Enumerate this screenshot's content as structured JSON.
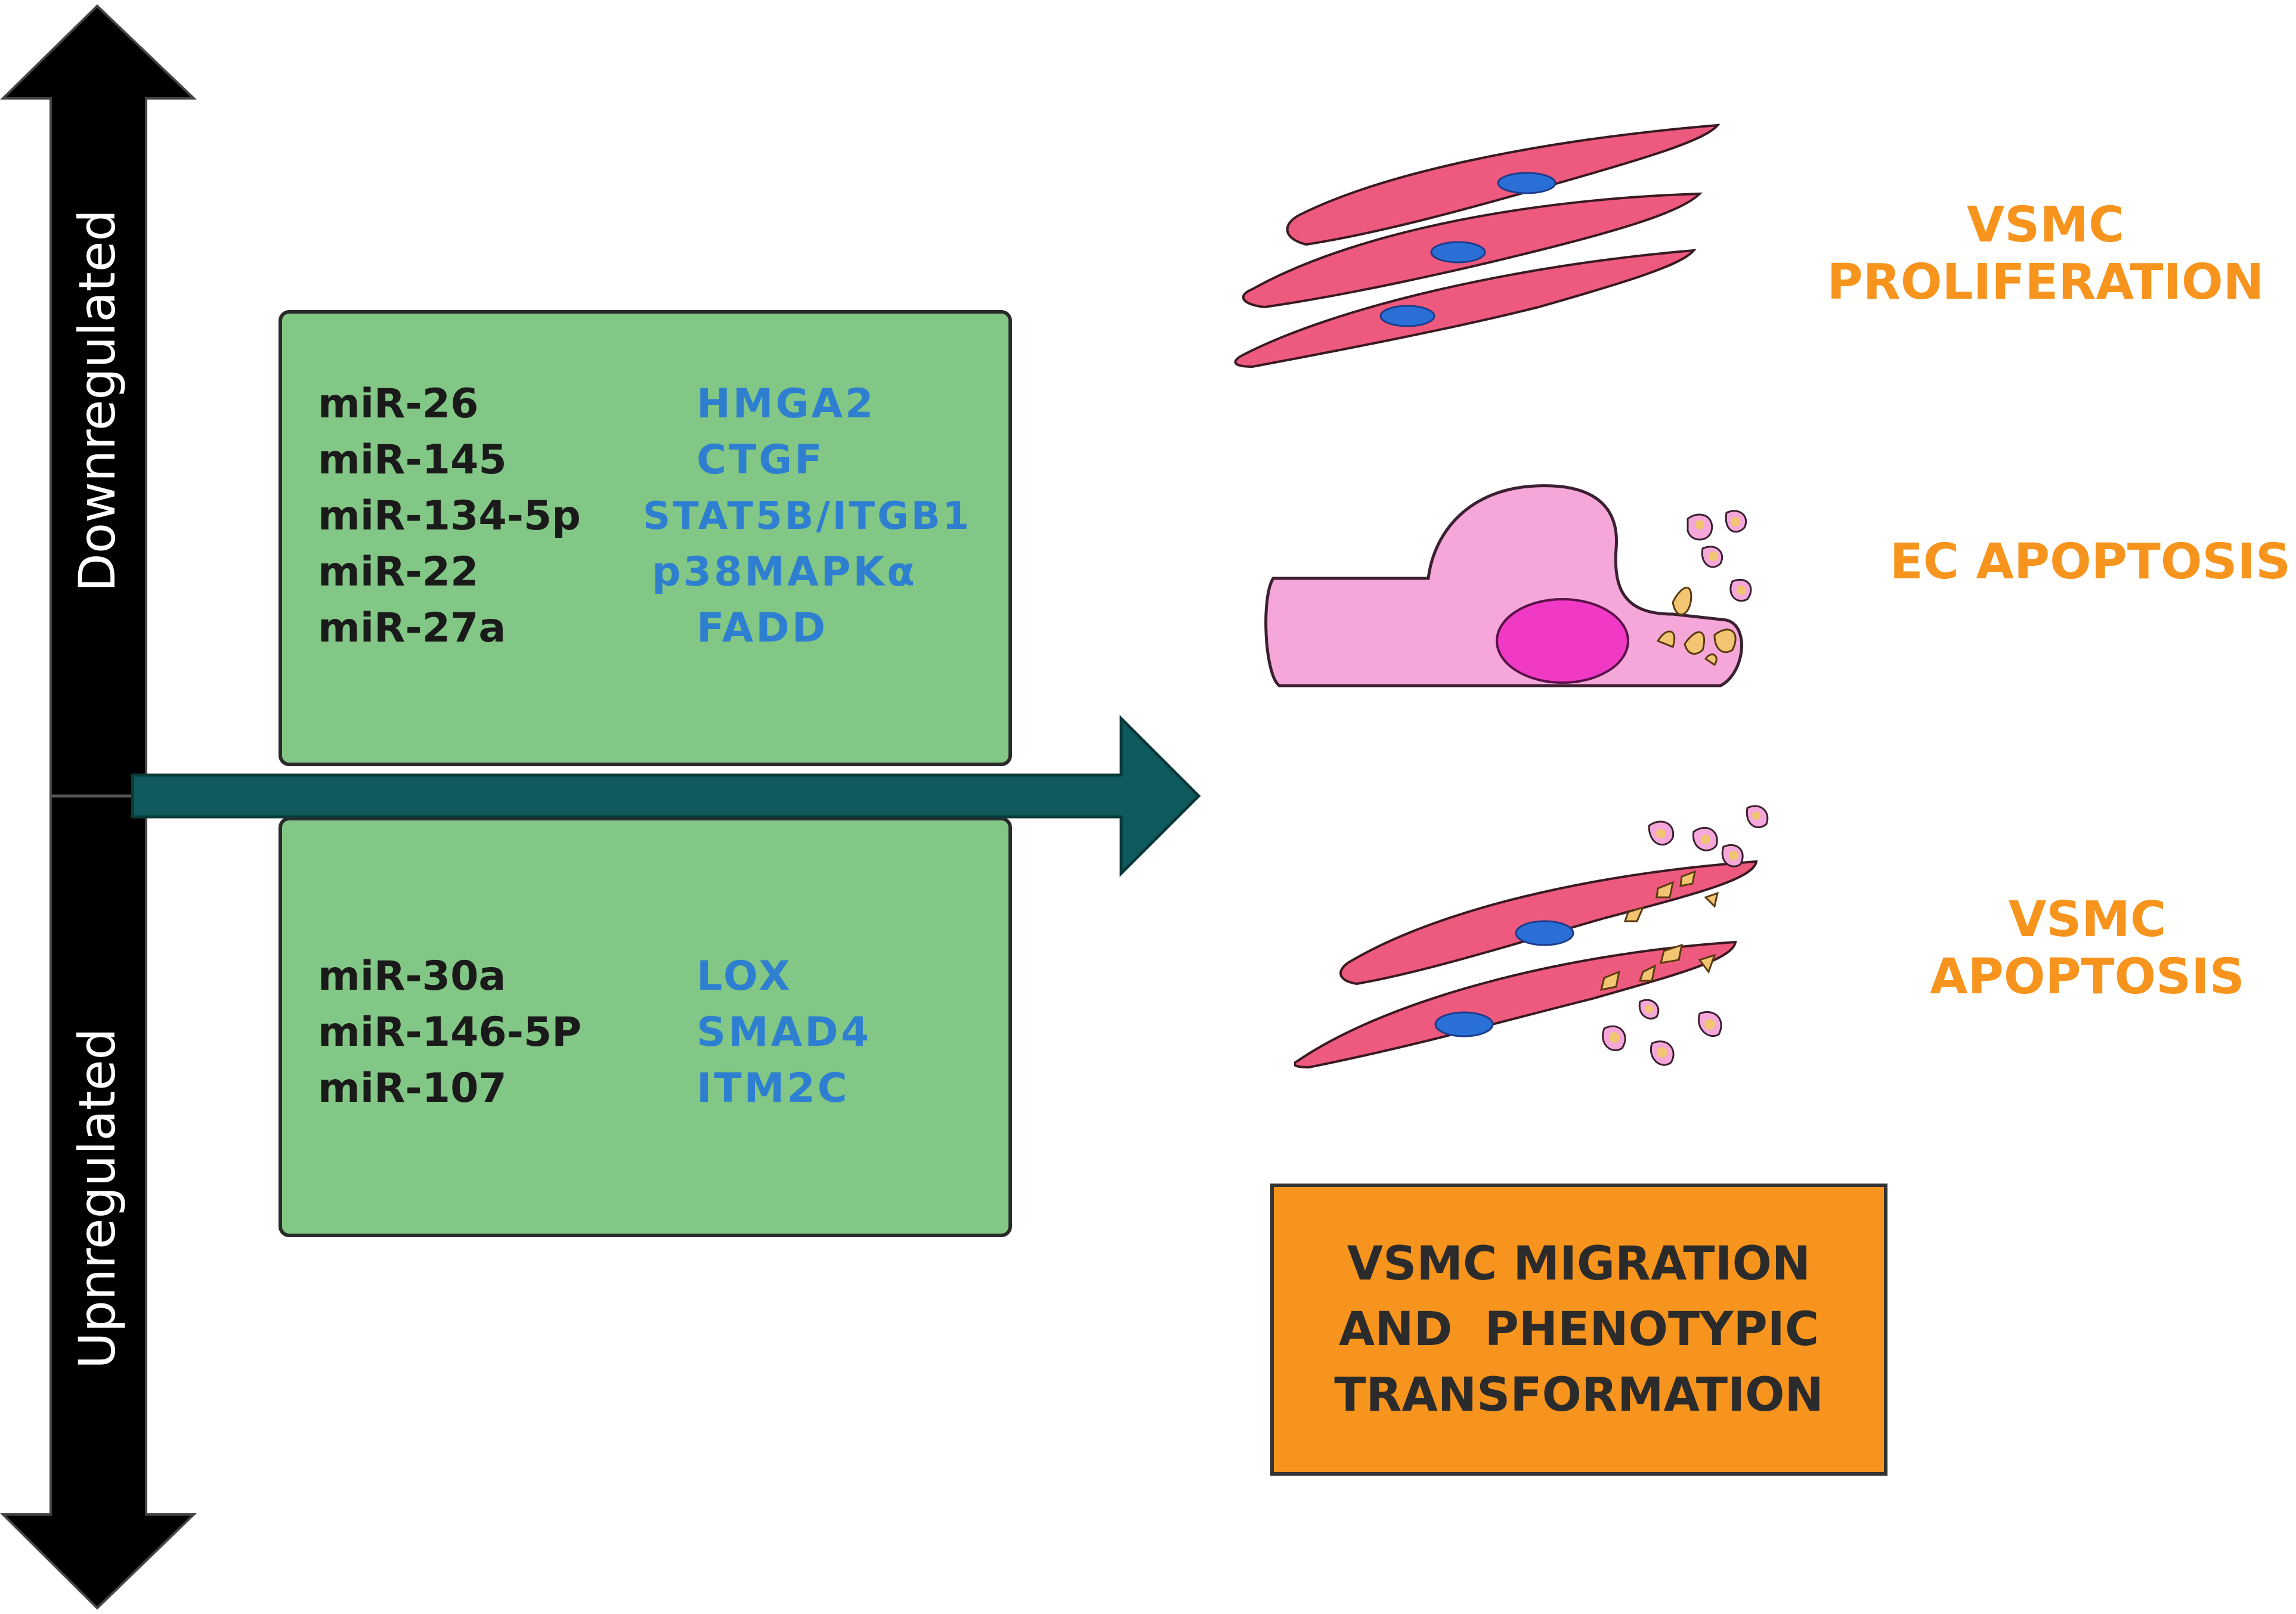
{
  "axis": {
    "top_label": "Downregulated",
    "bottom_label": "Upnregulated"
  },
  "downregulated_box": {
    "rows": [
      {
        "mirna": "miR-26",
        "target": "HMGA2"
      },
      {
        "mirna": "miR-145",
        "target": "CTGF"
      },
      {
        "mirna": "miR-134-5p",
        "target": "STAT5B/ITGB1"
      },
      {
        "mirna": "miR-22",
        "target": "p38MAPKα"
      },
      {
        "mirna": "miR-27a",
        "target": "FADD"
      }
    ]
  },
  "upregulated_box": {
    "rows": [
      {
        "mirna": "miR-30a",
        "target": "LOX"
      },
      {
        "mirna": "miR-146-5P",
        "target": "SMAD4"
      },
      {
        "mirna": "miR-107",
        "target": "ITM2C"
      }
    ]
  },
  "outcomes": {
    "vsmc_proliferation": [
      "VSMC",
      "PROLIFERATION"
    ],
    "ec_apoptosis": [
      "EC APOPTOSIS"
    ],
    "vsmc_apoptosis": [
      "VSMC",
      "APOPTOSIS"
    ],
    "migration": [
      "VSMC MIGRATION",
      "AND  PHENOTYPIC",
      "TRANSFORMATION"
    ]
  },
  "colors": {
    "box_green": "#82c785",
    "target_blue": "#2f7fd0",
    "outcome_orange": "#f7941d",
    "arrow_teal": "#0e5a5c",
    "vsmc_pink": "#ee5a7e",
    "nucleus_blue": "#2a6fd6",
    "ec_pink": "#f4a7d8",
    "ec_nucleus": "#f03ac6",
    "fragment_yellow": "#f2c572"
  },
  "icons": {
    "vertical_arrow": "double-headed-vertical-arrow",
    "horizontal_arrow": "right-arrow",
    "vsmc_cells": "smooth-muscle-cells",
    "ec_cell": "endothelial-cell-apoptotic",
    "vsmc_apoptotic": "smooth-muscle-cells-apoptotic"
  }
}
